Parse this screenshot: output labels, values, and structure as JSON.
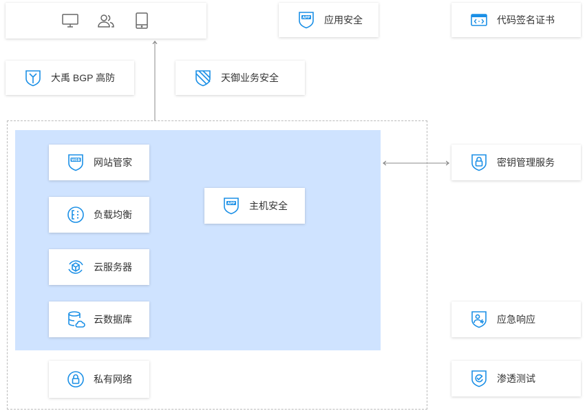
{
  "top_devices": {
    "icons": [
      "desktop-icon",
      "users-icon",
      "tablet-icon"
    ]
  },
  "external_services": {
    "app_security": {
      "label": "应用安全",
      "icon": "app-shield-icon"
    },
    "code_signing_cert": {
      "label": "代码签名证书",
      "icon": "code-certificate-icon"
    },
    "dayu_bgp": {
      "label": "大禹 BGP 高防",
      "icon": "shield-outline-icon"
    },
    "tianyu_business_security": {
      "label": "天御业务安全",
      "icon": "striped-shield-icon"
    },
    "kms": {
      "label": "密钥管理服务",
      "icon": "lock-shield-icon"
    },
    "emergency_response": {
      "label": "应急响应",
      "icon": "person-shield-icon"
    },
    "penetration_testing": {
      "label": "渗透测试",
      "icon": "check-shield-icon"
    }
  },
  "cloud_region": {
    "website_manager": {
      "label": "网站管家",
      "icon": "web-shield-icon"
    },
    "load_balancer": {
      "label": "负载均衡",
      "icon": "load-balancer-icon"
    },
    "cloud_server": {
      "label": "云服务器",
      "icon": "cube-circle-icon"
    },
    "cloud_database": {
      "label": "云数据库",
      "icon": "database-cloud-icon"
    },
    "host_security": {
      "label": "主机安全",
      "icon": "app-shield-icon"
    },
    "private_network": {
      "label": "私有网络",
      "icon": "lock-circle-icon"
    }
  },
  "colors": {
    "accent": "#1a8fe6",
    "region_fill": "#cfe3ff",
    "dashed_border": "#b9b9b9",
    "connector": "#888888"
  }
}
